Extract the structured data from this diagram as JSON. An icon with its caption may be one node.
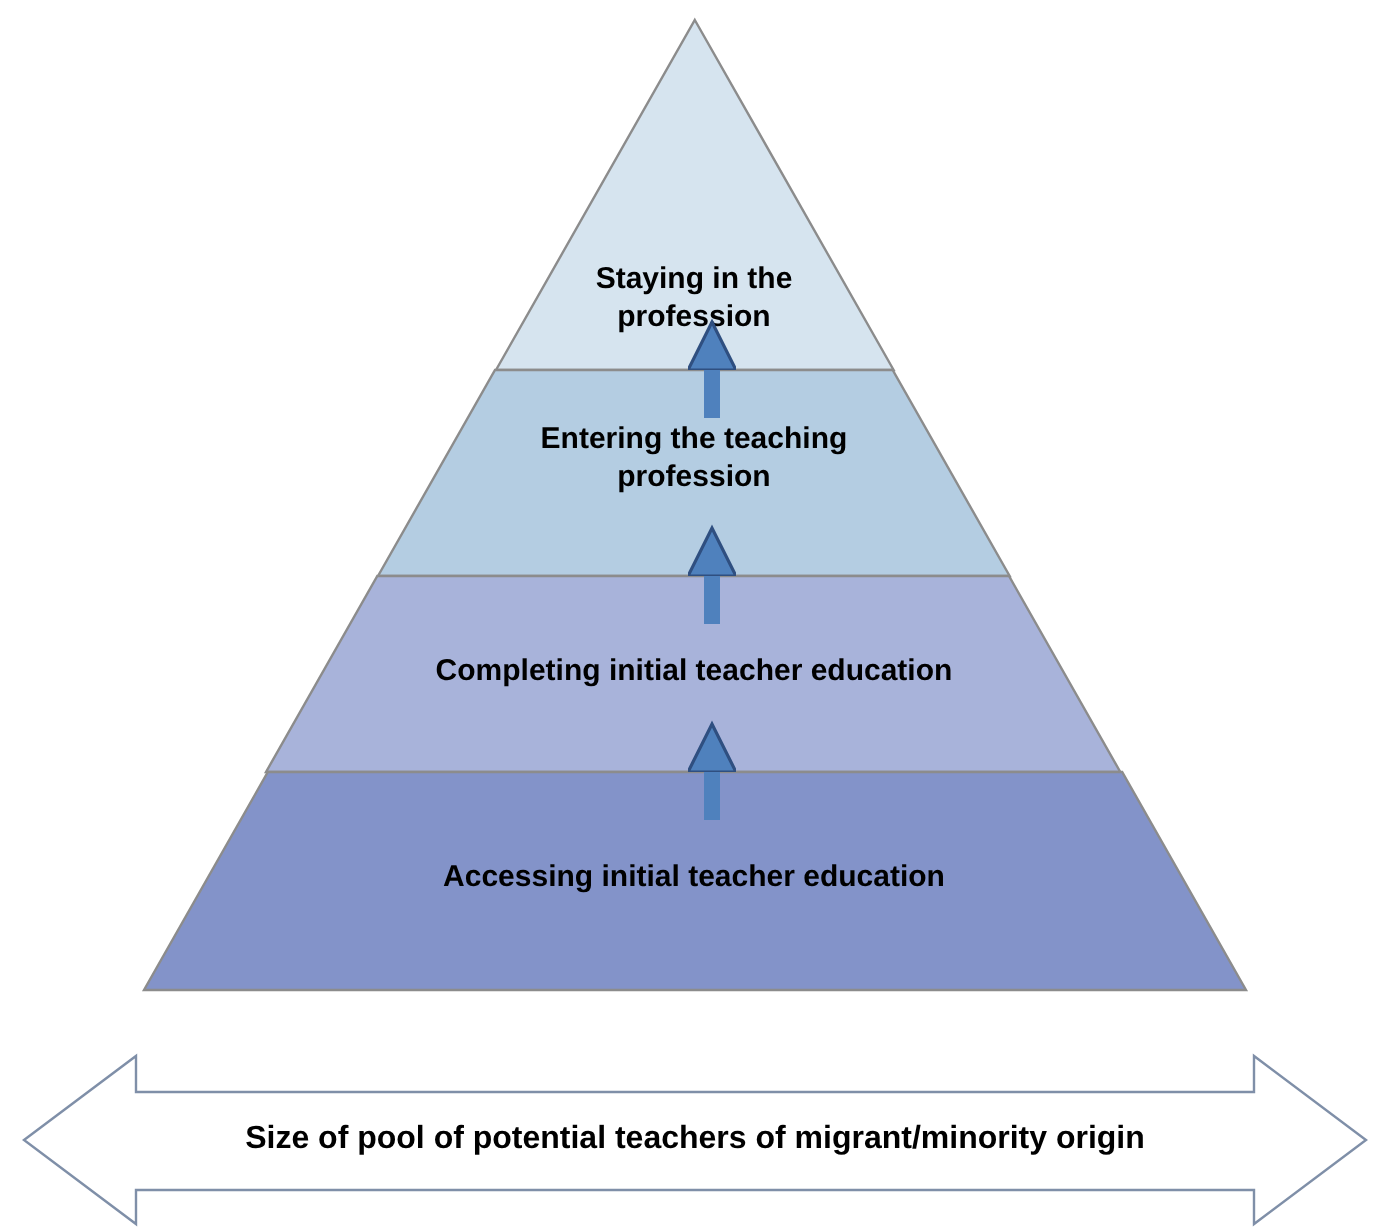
{
  "diagram": {
    "nodes": [
      {
        "text": [
          "Staying in the profession"
        ]
      },
      {
        "text": [
          "Entering the teaching profession"
        ]
      },
      {
        "text": [
          "Completing initial teacher education"
        ]
      },
      {
        "text": [
          "Accessing initial teacher education"
        ]
      },
      {
        "text": [
          "Size of pool of potential teachers of migrant/minority origin"
        ]
      }
    ],
    "edges": [
      {
        "from": 3,
        "to": 2,
        "arrow": "to"
      },
      {
        "from": 2,
        "to": 1,
        "arrow": "to"
      },
      {
        "from": 1,
        "to": 0,
        "arrow": "to"
      }
    ]
  }
}
